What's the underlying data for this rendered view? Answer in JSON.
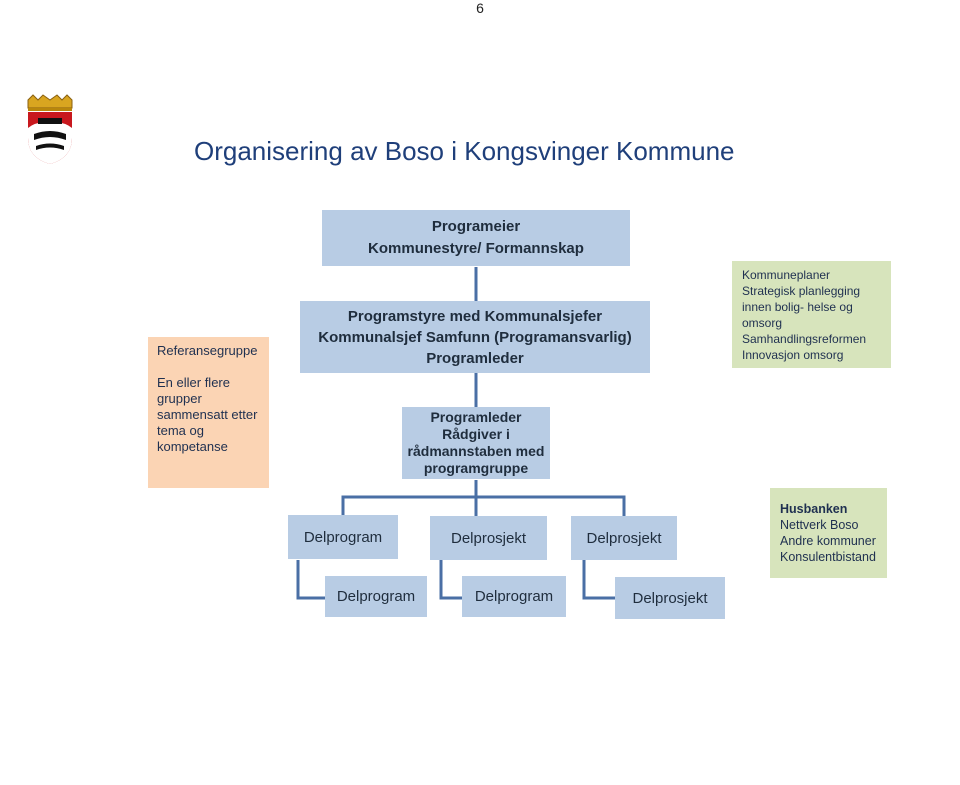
{
  "page": {
    "number": "6"
  },
  "title": "Organisering av Boso i Kongsvinger Kommune",
  "colors": {
    "blue_box": "#b8cce4",
    "green_box": "#d7e4bc",
    "peach_box": "#fbd4b4",
    "connector": "#4a6fa5",
    "title": "#1f3f7a"
  },
  "org": {
    "programeier": {
      "line1": "Programeier",
      "line2": "Kommunestyre/ Formannskap"
    },
    "programstyre": {
      "line1": "Programstyre med Kommunalsjefer",
      "line2": "Kommunalsjef Samfunn (Programansvarlig)",
      "line3": "Programleder"
    },
    "programleder": {
      "line1": "Programleder",
      "line2": "Rådgiver i",
      "line3": "rådmannstaben med",
      "line4": "programgruppe"
    },
    "level1": [
      "Delprogram",
      "Delprosjekt",
      "Delprosjekt"
    ],
    "level2": [
      "Delprogram",
      "Delprogram",
      "Delprosjekt"
    ]
  },
  "referansegruppe": {
    "title": "Referansegruppe",
    "description": "En eller flere grupper sammensatt etter tema og kompetanse"
  },
  "kommuneplaner": {
    "items": [
      "Kommuneplaner",
      "Strategisk planlegging",
      "innen bolig- helse og",
      "omsorg",
      "Samhandlingsreformen",
      "Innovasjon omsorg"
    ]
  },
  "husbanken": {
    "title": "Husbanken",
    "items": [
      "Nettverk Boso",
      "Andre kommuner",
      "Konsulentbistand"
    ]
  },
  "logo": {
    "icon": "coat-of-arms-icon"
  }
}
